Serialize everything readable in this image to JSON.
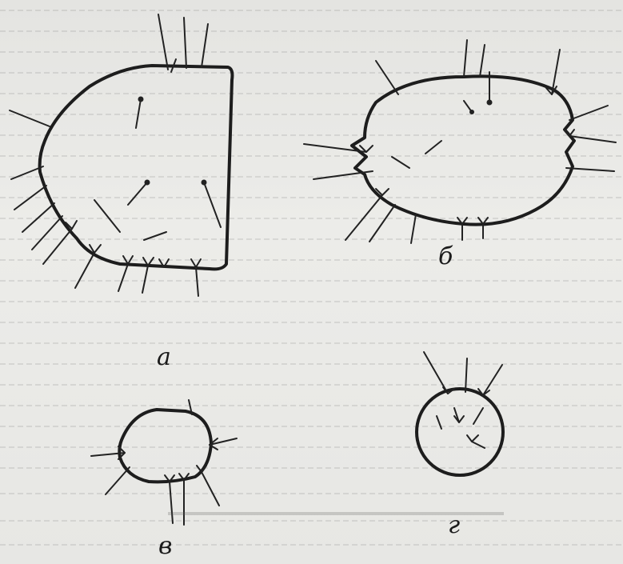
{
  "figure": {
    "panels": [
      {
        "id": "a",
        "label": "а",
        "shape": "rounded-polygon with marginal and dorsal bristles"
      },
      {
        "id": "b",
        "label": "б",
        "shape": "irregular ring with forked and simple bristles"
      },
      {
        "id": "v",
        "label": "в",
        "shape": "small oval with forked bristles"
      },
      {
        "id": "g",
        "label": "г",
        "shape": "circle with forked bristles"
      }
    ]
  },
  "colors": {
    "ink": "#1d1d1d",
    "paper": "#e9e9e6",
    "background_text": "#9a9a98"
  }
}
